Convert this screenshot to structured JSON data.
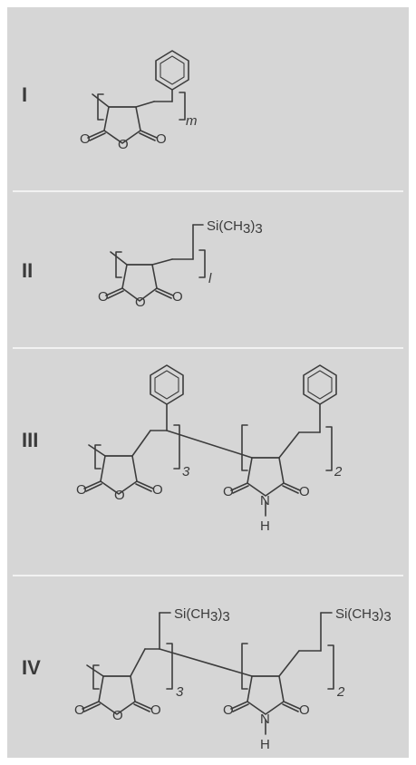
{
  "panels": [
    {
      "label": "I",
      "atoms": {
        "o1": "O",
        "o2": "O",
        "o3": "O"
      },
      "subscript": "m"
    },
    {
      "label": "II",
      "atoms": {
        "o1": "O",
        "o2": "O",
        "o3": "O"
      },
      "substituent": {
        "prefix": "Si(CH",
        "num": "3",
        "suffix": ")",
        "sub": "3"
      },
      "subscript": "l"
    },
    {
      "label": "III",
      "atoms": {
        "o1": "O",
        "o2": "O",
        "o3": "O",
        "o4": "O",
        "o5": "O",
        "n": "N",
        "h": "H"
      },
      "subscripts": [
        "3",
        "2"
      ]
    },
    {
      "label": "IV",
      "atoms": {
        "o1": "O",
        "o2": "O",
        "o3": "O",
        "o4": "O",
        "o5": "O",
        "n": "N",
        "h": "H"
      },
      "substituent": {
        "prefix": "Si(CH",
        "num": "3",
        "suffix": ")",
        "sub": "3"
      },
      "subscripts": [
        "3",
        "2"
      ]
    }
  ]
}
